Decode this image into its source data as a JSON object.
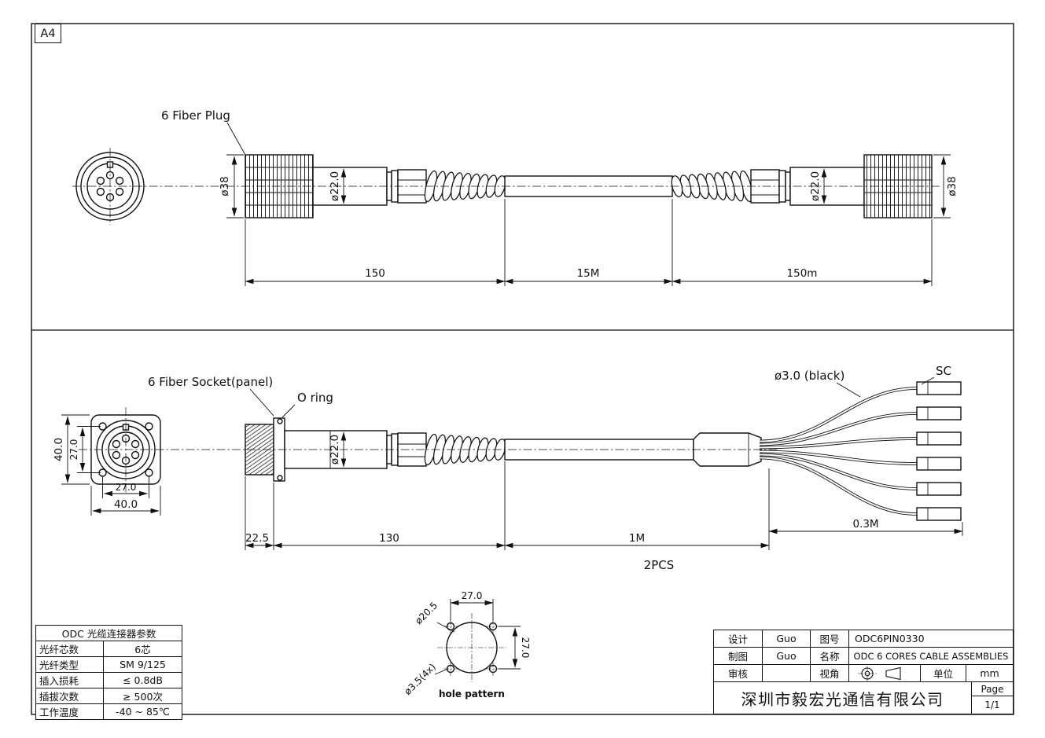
{
  "page": {
    "format": "A4"
  },
  "top_view": {
    "label": "6 Fiber Plug",
    "dim_d38_left": "ø38",
    "dim_d22_left": "ø22.0",
    "dim_d22_right": "ø22.0",
    "dim_d38_right": "ø38",
    "dim_seg1": "150",
    "dim_seg2": "15M",
    "dim_seg3": "150m"
  },
  "bottom_view": {
    "label": "6 Fiber Socket(panel)",
    "oring": "O ring",
    "dim_d22": "ø22.0",
    "dim_sq_h": "40.0",
    "dim_pitch_v": "27.0",
    "dim_pitch_h": "27.0",
    "dim_sq_w": "40.0",
    "fiber": "ø3.0 (black)",
    "sc": "SC",
    "dim_seg1": "22.5",
    "dim_seg2": "130",
    "dim_seg3": "1M",
    "dim_seg4": "0.3M",
    "qty": "2PCS"
  },
  "hole_pattern": {
    "caption": "hole pattern",
    "dim_top": "27.0",
    "dim_side": "27.0",
    "dim_bore": "ø20.5",
    "dim_screw": "ø3.5(4x)"
  },
  "params_table": {
    "title": "ODC 光缆连接器参数",
    "rows": [
      {
        "label": "光纤芯数",
        "value": "6芯"
      },
      {
        "label": "光纤类型",
        "value": "SM 9/125"
      },
      {
        "label": "插入损耗",
        "value": "≤ 0.8dB"
      },
      {
        "label": "插拔次数",
        "value": "≥ 500次"
      },
      {
        "label": "工作温度",
        "value": "-40 ~ 85℃"
      }
    ]
  },
  "title_block": {
    "design_label": "设计",
    "design_value": "Guo",
    "drawing_no_label": "图号",
    "drawing_no_value": "ODC6PIN0330",
    "draft_label": "制图",
    "draft_value": "Guo",
    "name_label": "名称",
    "name_value": "ODC 6 CORES CABLE ASSEMBLIES",
    "check_label": "审核",
    "check_value": "",
    "view_label": "视角",
    "unit_label": "单位",
    "unit_value": "mm",
    "company": "深圳市毅宏光通信有限公司",
    "page_label": "Page",
    "page_value": "1/1"
  }
}
